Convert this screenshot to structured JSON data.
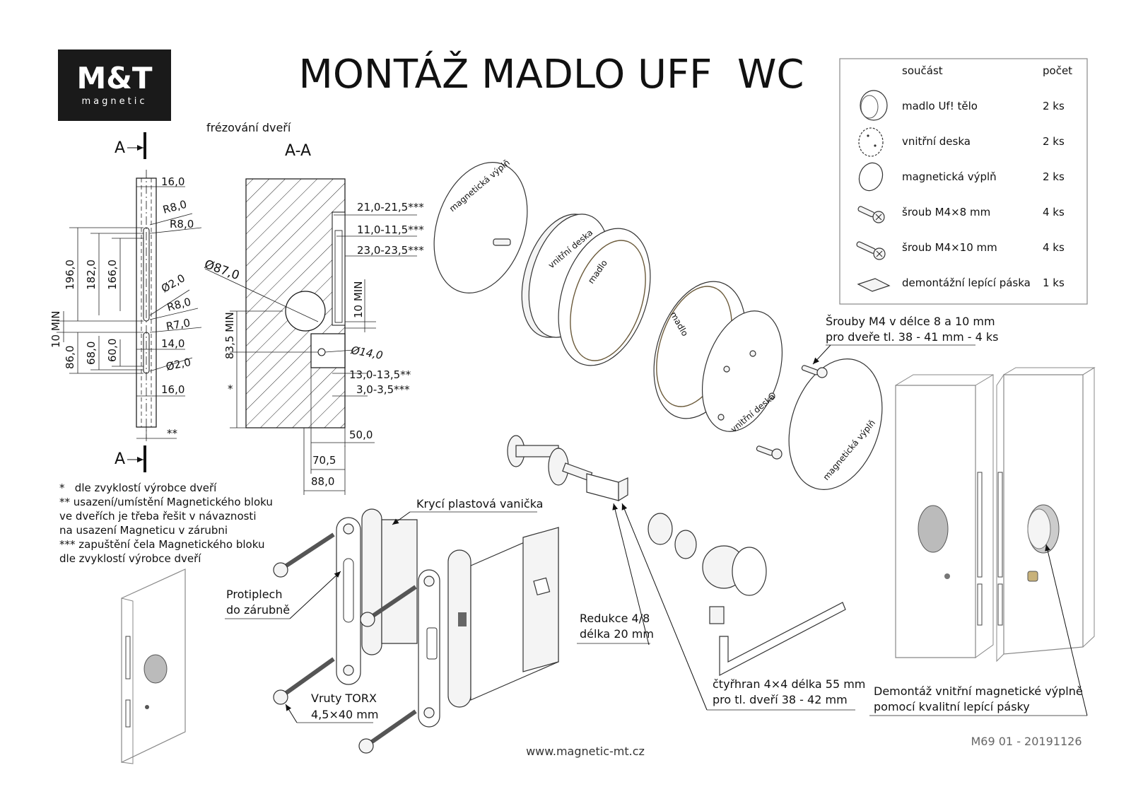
{
  "logo": {
    "brand": "M&T",
    "sub": "magnetic"
  },
  "title": "MONTÁŽ MADLO UFF  WC",
  "section_caption": "frézování dveří",
  "section_mark": "A",
  "section_name": "A-A",
  "left_dims": {
    "d16_top": "16,0",
    "r8_a": "R8,0",
    "r8_b": "R8,0",
    "d196": "196,0",
    "d182": "182,0",
    "d166": "166,0",
    "phi2_a": "Ø2,0",
    "r8_c": "R8,0",
    "r7": "R7,0",
    "d14": "14,0",
    "min10": "10 MIN",
    "d86": "86,0",
    "d68": "68,0",
    "d60": "60,0",
    "phi2_b": "Ø2,0",
    "d16_bot": "16,0",
    "star2": "**"
  },
  "section_dims": {
    "d21": "21,0-21,5***",
    "d11": "11,0-11,5***",
    "d23": "23,0-23,5***",
    "phi87": "Ø87,0",
    "min10": "10 MIN",
    "d83": "83,5 MIN",
    "phi14": "Ø14,0",
    "d13": "13,0-13,5**",
    "d3": "3,0-3,5***",
    "star1": "*",
    "d50": "50,0",
    "d70": "70,5",
    "d88": "88,0"
  },
  "notes": [
    "*   dle zvyklostí výrobce dveří",
    "** usazení/umístění Magnetického bloku",
    "ve dveřích je třeba řešit v návaznosti",
    "na usazení Magneticu v zárubni",
    "*** zapuštění čela Magnetického bloku",
    "dle zvyklostí výrobce dveří"
  ],
  "parts_table": {
    "header_part": "součást",
    "header_count": "počet",
    "rows": [
      {
        "icon": "handle-body-icon",
        "name": "madlo Uf! tělo",
        "count": "2 ks"
      },
      {
        "icon": "inner-plate-icon",
        "name": "vnitřní deska",
        "count": "2 ks"
      },
      {
        "icon": "magnetic-filler-icon",
        "name": "magnetická výplň",
        "count": "2 ks"
      },
      {
        "icon": "screw-icon",
        "name": "šroub M4×8 mm",
        "count": "4 ks"
      },
      {
        "icon": "screw-icon",
        "name": "šroub M4×10 mm",
        "count": "4 ks"
      },
      {
        "icon": "tape-icon",
        "name": "demontážní lepící páska",
        "count": "1 ks"
      }
    ]
  },
  "exploded_labels": {
    "filler": "magnetická výplň",
    "plate": "vnitřní deska",
    "handle": "madlo"
  },
  "callouts": {
    "screws": [
      "Šrouby M4 v délce 8 a 10 mm",
      "pro dveře tl. 38 - 41 mm - 4 ks"
    ],
    "cover": "Krycí plastová vanička",
    "strike": [
      "Protiplech",
      "do zárubně"
    ],
    "reducer": [
      "Redukce 4/8",
      "délka 20 mm"
    ],
    "torx": [
      "Vruty TORX",
      "4,5×40 mm"
    ],
    "square": [
      "čtyřhran 4×4 délka 55 mm",
      "pro tl. dveří 38 - 42 mm"
    ],
    "removal": [
      "Demontáž vnitřní magnetické výplně",
      "pomocí kvalitní lepící pásky"
    ]
  },
  "footer": {
    "url": "www.magnetic-mt.cz",
    "code": "M69 01 - 20191126"
  }
}
